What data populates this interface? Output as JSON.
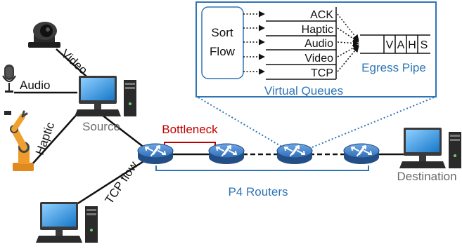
{
  "queue_box": {
    "sorter_lines": [
      "Sort",
      "Flow"
    ],
    "queues": [
      "ACK",
      "Haptic",
      "Audio",
      "Video",
      "TCP"
    ],
    "pipe_cells": [
      "V",
      "A",
      "H",
      "S"
    ],
    "egress_label": "Egress Pipe",
    "caption": "Virtual Queues"
  },
  "sources": {
    "video_label": "Video",
    "audio_label": "Audio",
    "haptic_label": "Haptic",
    "source_label": "Source",
    "tcp_flow_label": "TCP flow"
  },
  "network": {
    "bottleneck_label": "Bottleneck",
    "routers_label": "P4 Routers",
    "destination_label": "Destination"
  },
  "colors": {
    "accent_blue": "#2e75b6",
    "bottleneck_red": "#c00000",
    "router_blue": "#3a78c4"
  }
}
